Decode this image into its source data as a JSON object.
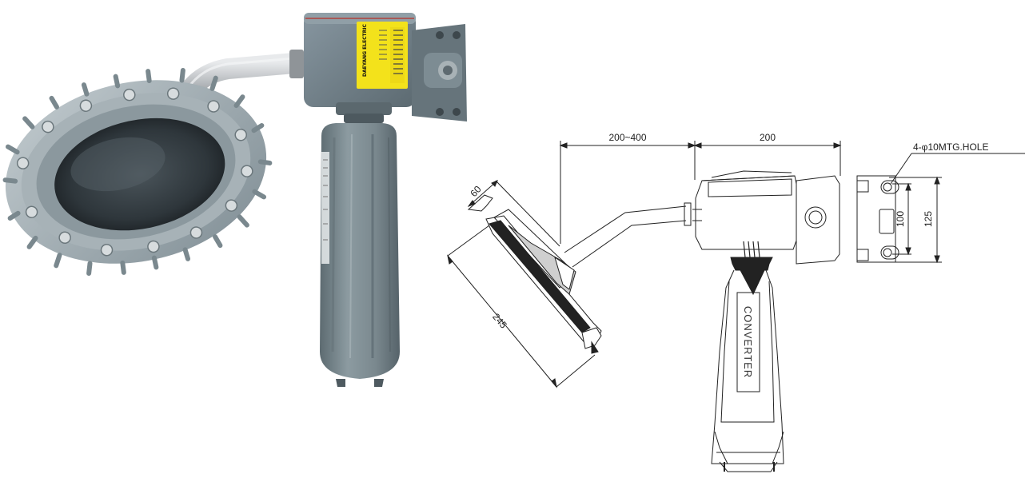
{
  "product_photo": {
    "label_text": "DAEYANG ELECTRIC",
    "colors": {
      "housing": "#7d8c92",
      "housing_dark": "#5f6d73",
      "pipe": "#b9bcbf",
      "label": "#f3e21b",
      "fixture_ring": "#9aa8ae",
      "lens": "#3a4247"
    }
  },
  "drawing": {
    "dimensions": {
      "arm_length": "200~400",
      "box_width": "200",
      "fixture_depth": "60",
      "fixture_diameter": "245",
      "hole_spacing": "100",
      "plate_height": "125",
      "mounting_hole": "4-φ10MTG.HOLE"
    },
    "converter_label": "CONVERTER"
  }
}
